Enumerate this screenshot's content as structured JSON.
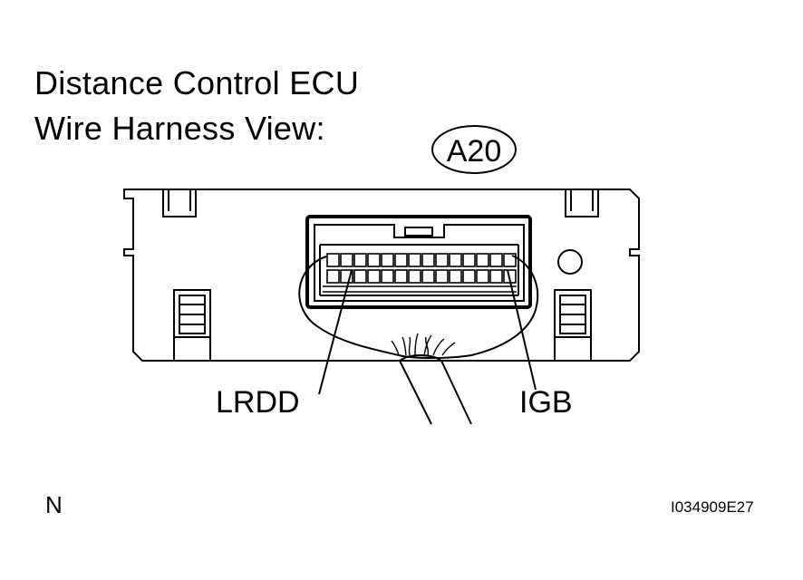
{
  "title": {
    "line1": "Distance Control ECU",
    "line2": "Wire Harness View:"
  },
  "connector_code": "A20",
  "terminals": {
    "left": "LRDD",
    "right": "IGB"
  },
  "corner_mark": "N",
  "figure_id": "I034909E27"
}
